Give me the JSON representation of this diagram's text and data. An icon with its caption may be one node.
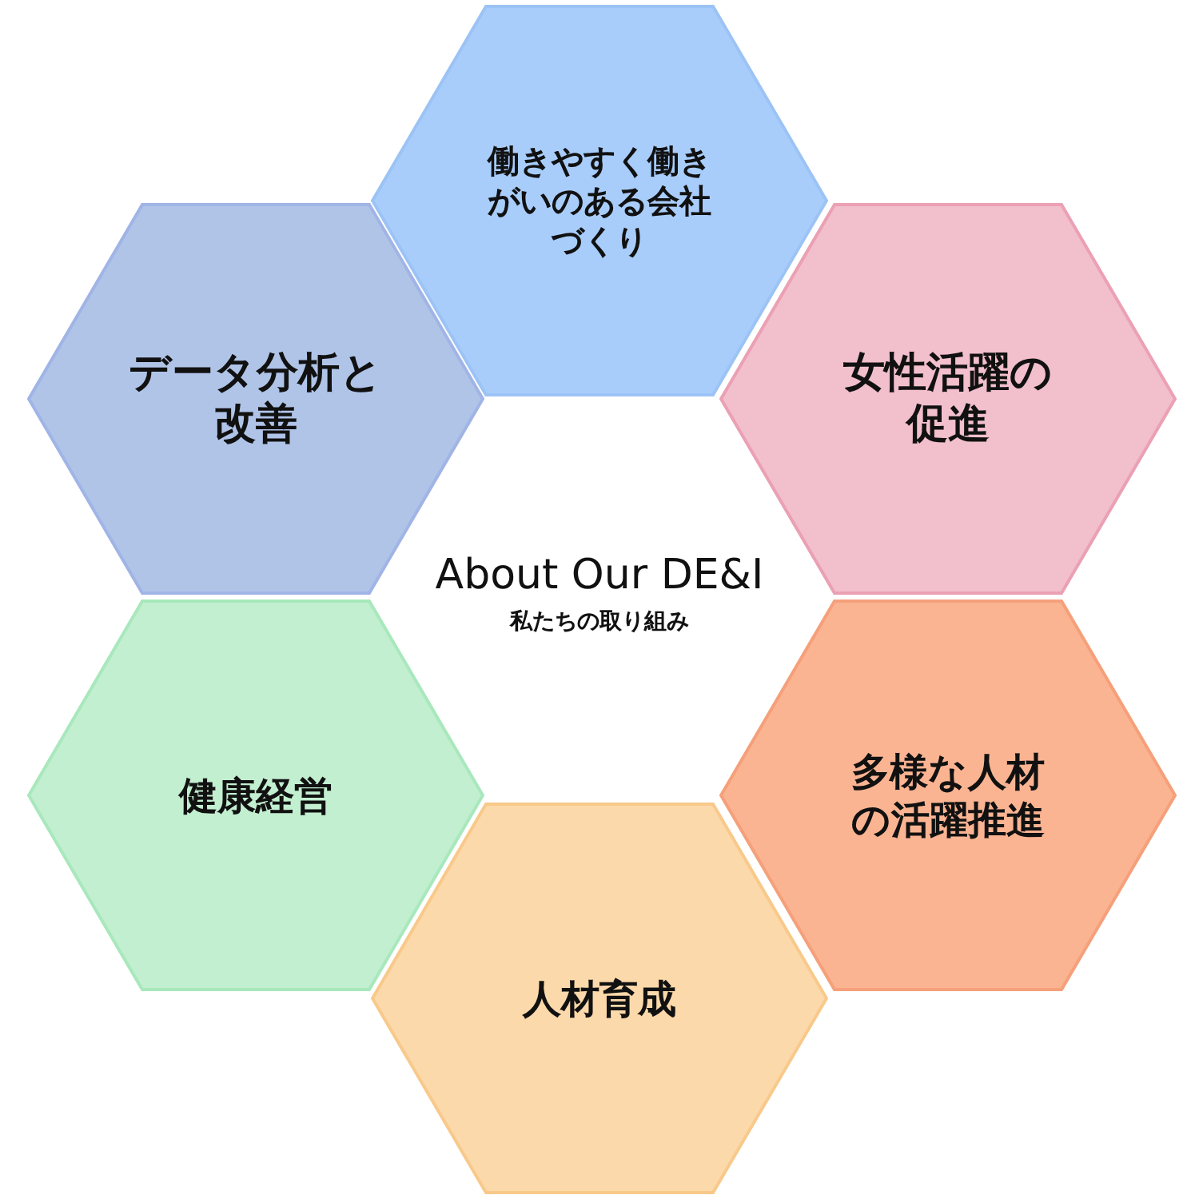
{
  "diagram": {
    "nodes": [
      {
        "text": [
          "働きやすく働きがいのある会社づくり"
        ]
      },
      {
        "text": [
          "女性活躍の促進"
        ]
      },
      {
        "text": [
          "多様な人材の活躍推進"
        ]
      },
      {
        "text": [
          "人材育成"
        ]
      },
      {
        "text": [
          "健康経営"
        ]
      },
      {
        "text": [
          "データ分析と改善"
        ]
      }
    ],
    "labels": [
      "About Our DE&I",
      "私たちの取り組み"
    ]
  }
}
